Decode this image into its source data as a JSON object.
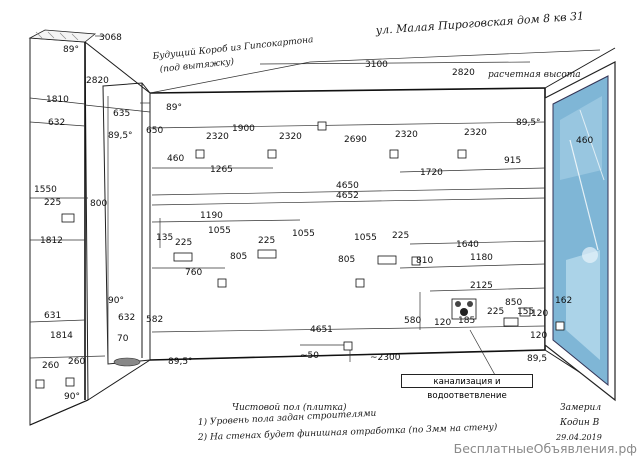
{
  "header": {
    "address": "ул. Малая Пироговская дом 8 кв 31",
    "box_note_line1": "Будущий Короб из Гипсокартона",
    "box_note_line2": "(под вытяжку)",
    "ceiling_height_note": "расчетная высота"
  },
  "dimensions": {
    "d3068": "3068",
    "d89_tl": "89°",
    "d2820a": "2820",
    "d1810": "1810",
    "d632": "632",
    "d635": "635",
    "d89_5a": "89,5°",
    "d650": "650",
    "d89_c": "89°",
    "d3100": "3100",
    "d2820b": "2820",
    "d1900": "1900",
    "d2320a": "2320",
    "d2320b": "2320",
    "d2690": "2690",
    "d2320c": "2320",
    "d2320d": "2320",
    "d89_5b": "89,5°",
    "d460a": "460",
    "d460b": "460",
    "d1265": "1265",
    "d1720": "1720",
    "d915": "915",
    "d1550": "1550",
    "d225a": "225",
    "d800": "800",
    "d4650": "4650",
    "d4652": "4652",
    "d1812": "1812",
    "d1190": "1190",
    "d1055a": "1055",
    "d1055b": "1055",
    "d1055c": "1055",
    "d225b": "225",
    "d225c": "225",
    "d225d": "225",
    "d135": "135",
    "d1640": "1640",
    "d805a": "805",
    "d805b": "805",
    "d810": "810",
    "d1180": "1180",
    "d760": "760",
    "d2125": "2125",
    "d850": "850",
    "d162": "162",
    "d631": "631",
    "d90": "90°",
    "d632b": "632",
    "d582": "582",
    "d1814": "1814",
    "d580": "580",
    "d120a": "120",
    "d225e": "225",
    "d155": "155",
    "d120b": "120",
    "d185": "185",
    "d70": "70",
    "d4651": "4651",
    "d260a": "260",
    "d260b": "260",
    "d89_5c": "89,5°",
    "d90b": "90°",
    "d50": "~50",
    "d2300": "~2300",
    "d120c": "120",
    "d89_5d": "89,5"
  },
  "legend": {
    "sewer_label": "канализация и водоответвление"
  },
  "notes": {
    "floor_title": "Чистовой пол (плитка)",
    "note1": "1) Уровень пола задан строителями",
    "note2": "2) На стенах будет финишная отработка (по 3мм на стену)"
  },
  "signature": {
    "measured": "Замерил",
    "name": "Кодин В",
    "date": "29.04.2019"
  },
  "watermark": {
    "text": "БесплатныеОбъявления.рф"
  },
  "colors": {
    "window_glass": "#7fb6d6",
    "ink": "#1a1a1a"
  }
}
